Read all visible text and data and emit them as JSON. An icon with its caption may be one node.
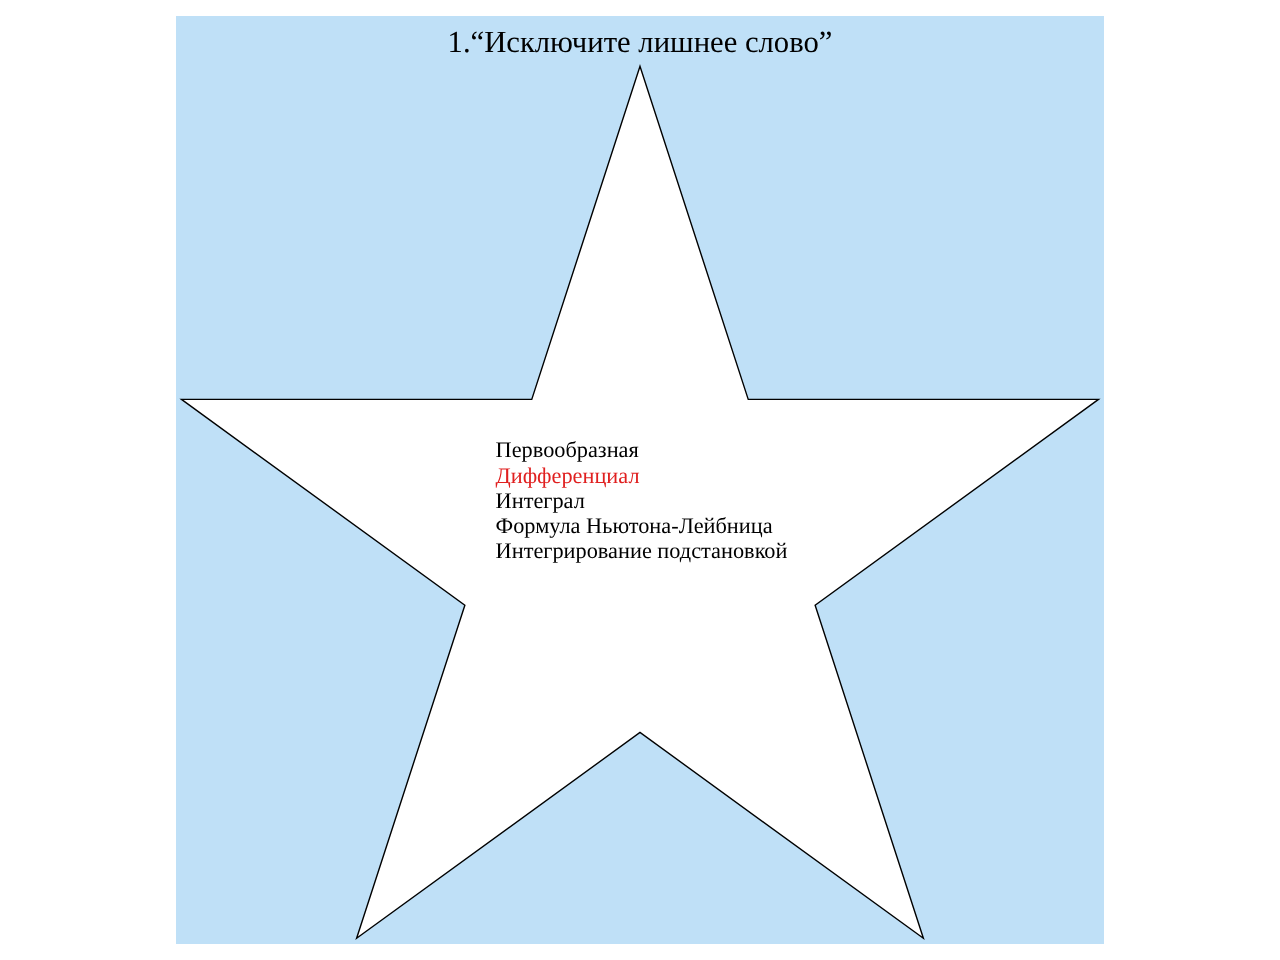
{
  "diagram": {
    "title": "1.“Исключите лишнее слово”",
    "nodes": [
      {
        "text": [
          "Первообразная",
          "Дифференциал",
          "Интеграл",
          "Формула Ньютона-Лейбница",
          "Интегрирование подстановкой"
        ]
      }
    ]
  }
}
